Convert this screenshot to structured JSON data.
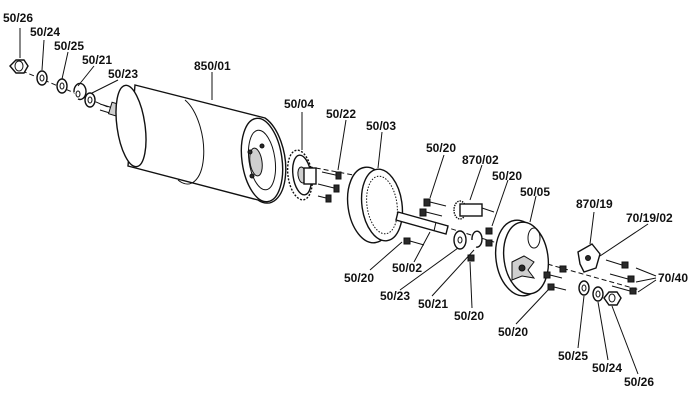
{
  "labels": {
    "l1": "50/26",
    "l2": "50/24",
    "l3": "50/25",
    "l4": "50/21",
    "l5": "50/23",
    "l6": "850/01",
    "l7": "50/04",
    "l8": "50/22",
    "l9": "50/03",
    "l10": "50/20",
    "l11": "870/02",
    "l12": "50/20",
    "l13": "50/05",
    "l14": "870/19",
    "l15": "70/19/02",
    "l16": "70/40",
    "l17": "50/20",
    "l18": "50/02",
    "l19": "50/23",
    "l20": "50/21",
    "l21": "50/20",
    "l22": "50/20",
    "l23": "50/25",
    "l24": "50/24",
    "l25": "50/26"
  }
}
